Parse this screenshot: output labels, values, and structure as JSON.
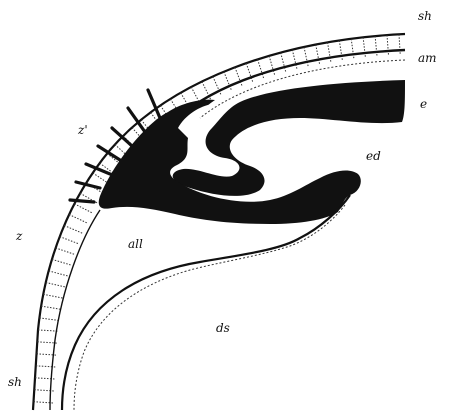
{
  "labels": {
    "sh_top": "sh",
    "am": "am",
    "e": "e",
    "ed": "ed",
    "z_prime": "z'",
    "z": "z",
    "all": "all",
    "ds": "ds",
    "sh_bottom": "sh"
  },
  "colors": {
    "ink": "#111111",
    "paper": "#ffffff"
  }
}
